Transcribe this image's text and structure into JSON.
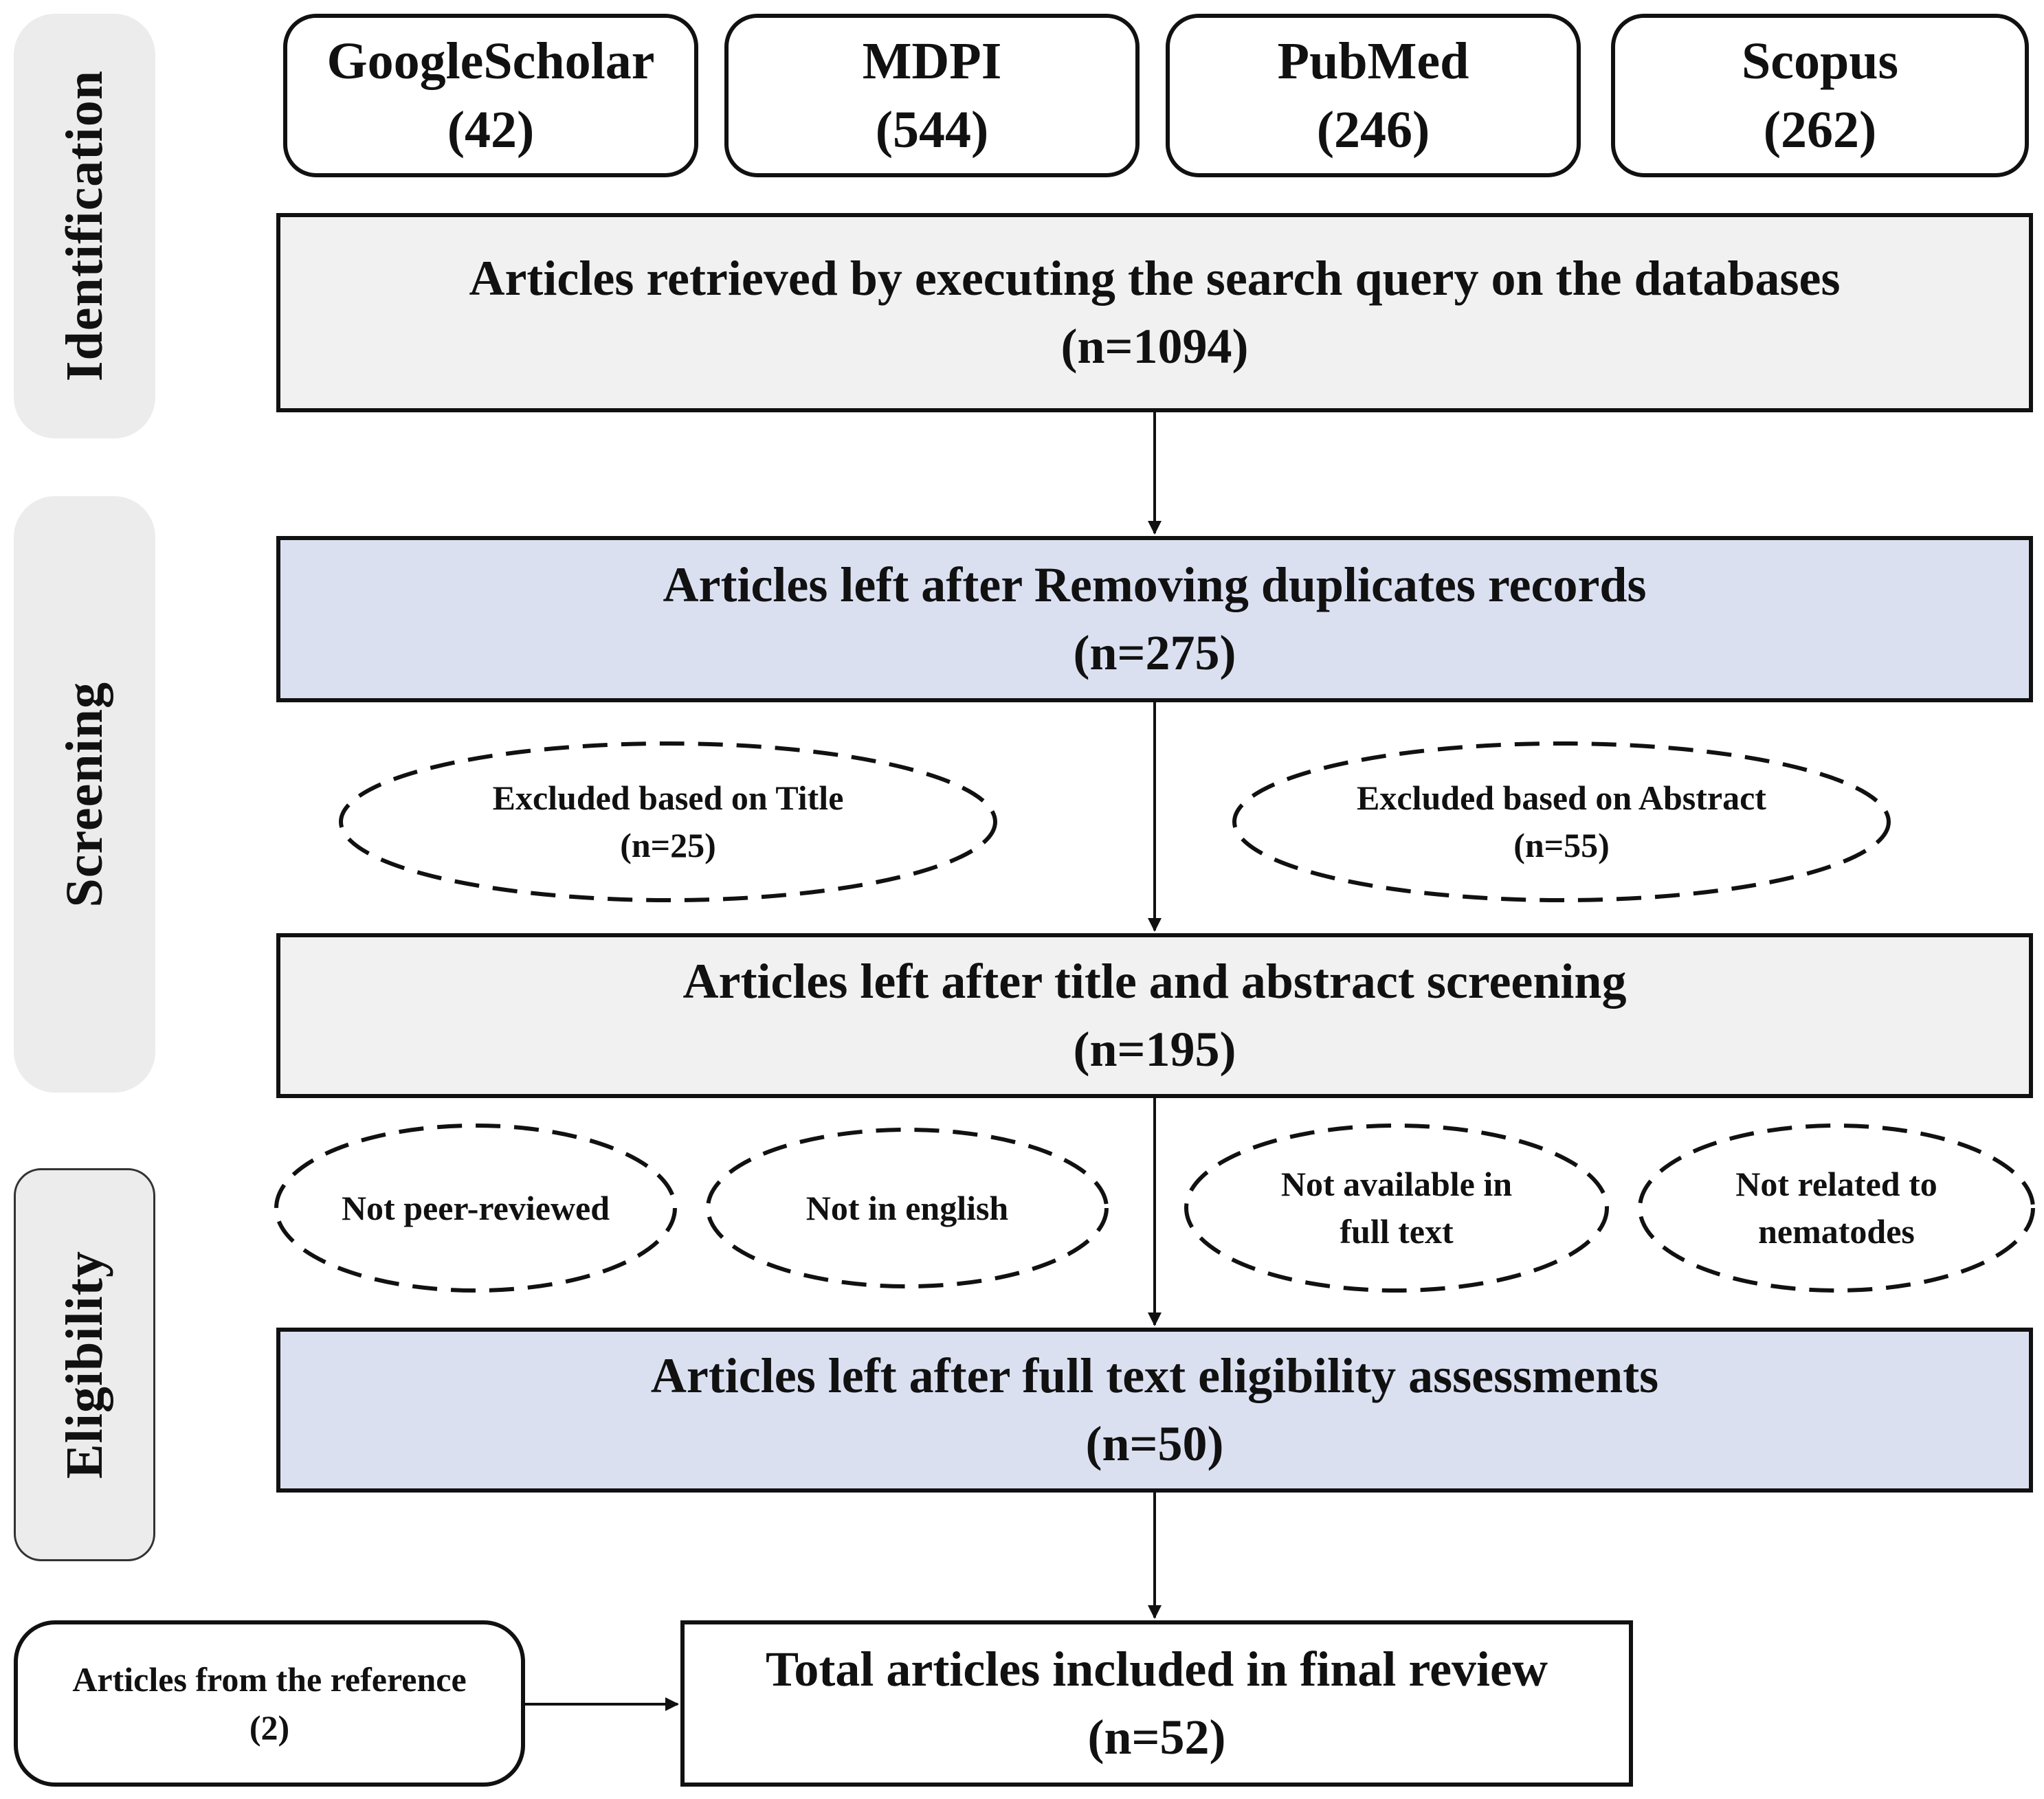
{
  "phases": {
    "identification": "Identification",
    "screening": "Screening",
    "eligibility": "Eligibility"
  },
  "sources": [
    {
      "name": "GoogleScholar",
      "count": "(42)"
    },
    {
      "name": "MDPI",
      "count": "(544)"
    },
    {
      "name": "PubMed",
      "count": "(246)"
    },
    {
      "name": "Scopus",
      "count": "(262)"
    }
  ],
  "stages": {
    "retrieved": {
      "label": "Articles retrieved by executing the search query on the databases",
      "n": "(n=1094)"
    },
    "deduplicated": {
      "label": "Articles left after Removing duplicates records",
      "n": "(n=275)"
    },
    "screened": {
      "label": "Articles left after title and abstract screening",
      "n": "(n=195)"
    },
    "eligible": {
      "label": "Articles left after full text eligibility assessments",
      "n": "(n=50)"
    },
    "final": {
      "label": "Total articles included in final review",
      "n": "(n=52)"
    }
  },
  "screening_exclusions": [
    {
      "label": "Excluded based on Title",
      "n": "(n=25)"
    },
    {
      "label": "Excluded based on Abstract",
      "n": "(n=55)"
    }
  ],
  "eligibility_exclusions": [
    {
      "line1": "Not peer-reviewed",
      "line2": ""
    },
    {
      "line1": "Not in english",
      "line2": ""
    },
    {
      "line1": "Not available in",
      "line2": "full text"
    },
    {
      "line1": "Not related to",
      "line2": "nematodes"
    }
  ],
  "reference_source": {
    "label": "Articles from the reference",
    "count": "(2)"
  }
}
